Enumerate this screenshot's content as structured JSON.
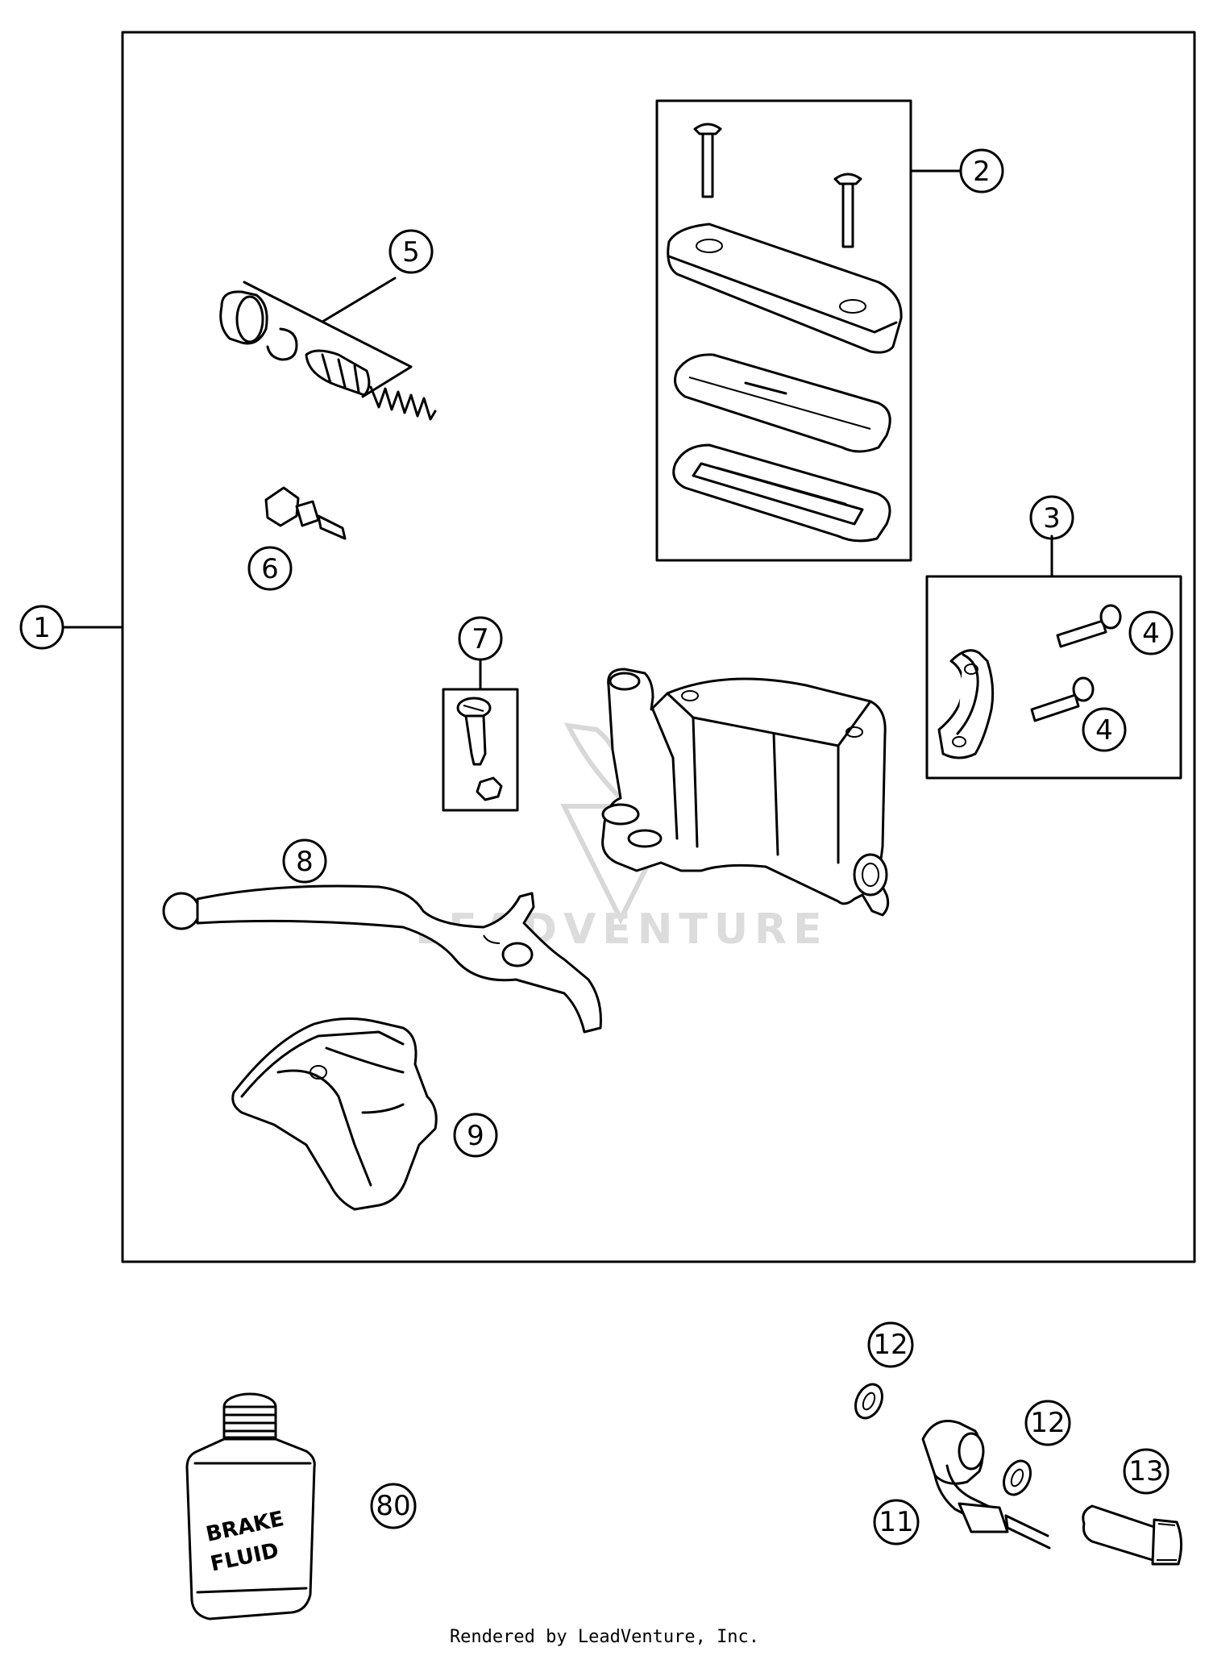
{
  "callouts": [
    "1",
    "2",
    "3",
    "4",
    "4",
    "5",
    "6",
    "7",
    "8",
    "9",
    "80",
    "11",
    "12",
    "12",
    "13"
  ],
  "bottle_label": {
    "line1": "BRAKE",
    "line2": "FLUID"
  },
  "watermark": "LEADVENTURE",
  "footer": "Rendered by LeadVenture, Inc.",
  "colors": {
    "line": "#000000",
    "watermark": "#d8d8d8",
    "background": "#ffffff"
  }
}
